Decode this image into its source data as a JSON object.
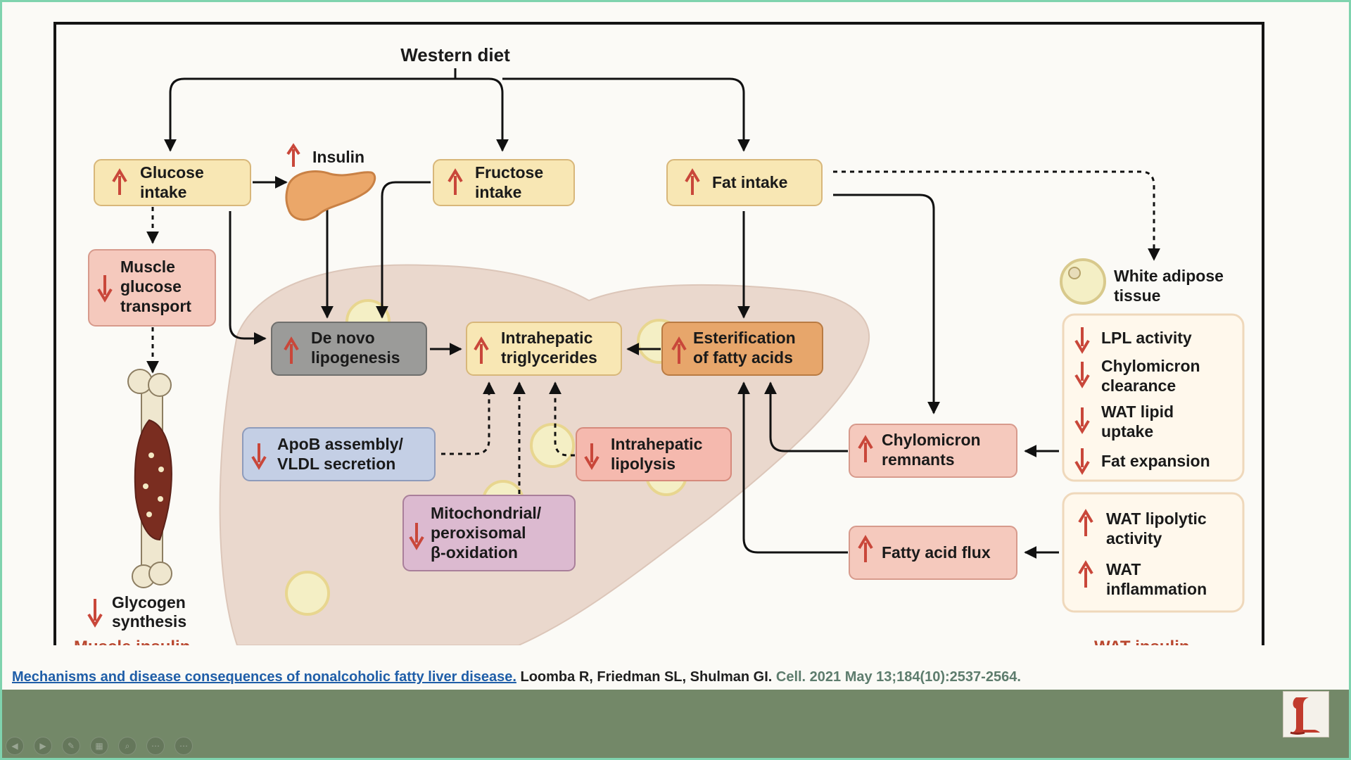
{
  "diagram": {
    "top": "Western diet",
    "glucose": [
      "Glucose",
      "intake"
    ],
    "insulin": "Insulin",
    "fructose": [
      "Fructose",
      "intake"
    ],
    "fat": "Fat intake",
    "muscle": [
      "Muscle",
      "glucose",
      "transport"
    ],
    "denovo": [
      "De novo",
      "lipogenesis"
    ],
    "intra_tg": [
      "Intrahepatic",
      "triglycerides"
    ],
    "ester": [
      "Esterification",
      "of fatty acids"
    ],
    "apob": [
      "ApoB assembly/",
      "VLDL secretion"
    ],
    "lipolysis": [
      "Intrahepatic",
      "lipolysis"
    ],
    "mito": [
      "Mitochondrial/",
      "peroxisomal",
      "β-oxidation"
    ],
    "chylo": [
      "Chylomicron",
      "remnants"
    ],
    "ffa": "Fatty acid flux",
    "wat": [
      "White adipose",
      "tissue"
    ],
    "wat_box1": {
      "lpl": "LPL activity",
      "chylo_clear": [
        "Chylomicron",
        "clearance"
      ],
      "lipid_uptake": [
        "WAT lipid",
        "uptake"
      ],
      "fat_exp": "Fat expansion"
    },
    "wat_box2": {
      "lipolytic": [
        "WAT lipolytic",
        "activity"
      ],
      "inflam": [
        "WAT",
        "inflammation"
      ]
    },
    "glycogen": [
      "Glycogen",
      "synthesis"
    ],
    "cut_left": "Muscle insulin",
    "cut_right": "WAT insulin"
  },
  "citation": {
    "title": "Mechanisms and disease consequences of nonalcoholic fatty liver disease.",
    "authors": "Loomba R, Friedman SL, Shulman GI.",
    "journal": "Cell. 2021 May 13;184(10):2537-2564."
  },
  "controls": [
    "◀",
    "▶",
    "✎",
    "▦",
    "⌕",
    "⋯",
    "⋯"
  ],
  "colors": {
    "up": "#c9473a",
    "down": "#c9473a",
    "yellow": "#f8e7b4",
    "pink": "#f5c9bd",
    "grey": "#9b9b99",
    "orange": "#e7a66b",
    "blue": "#c4cfe5",
    "purple": "#dcbad0",
    "liver": "#e8d3c8"
  }
}
